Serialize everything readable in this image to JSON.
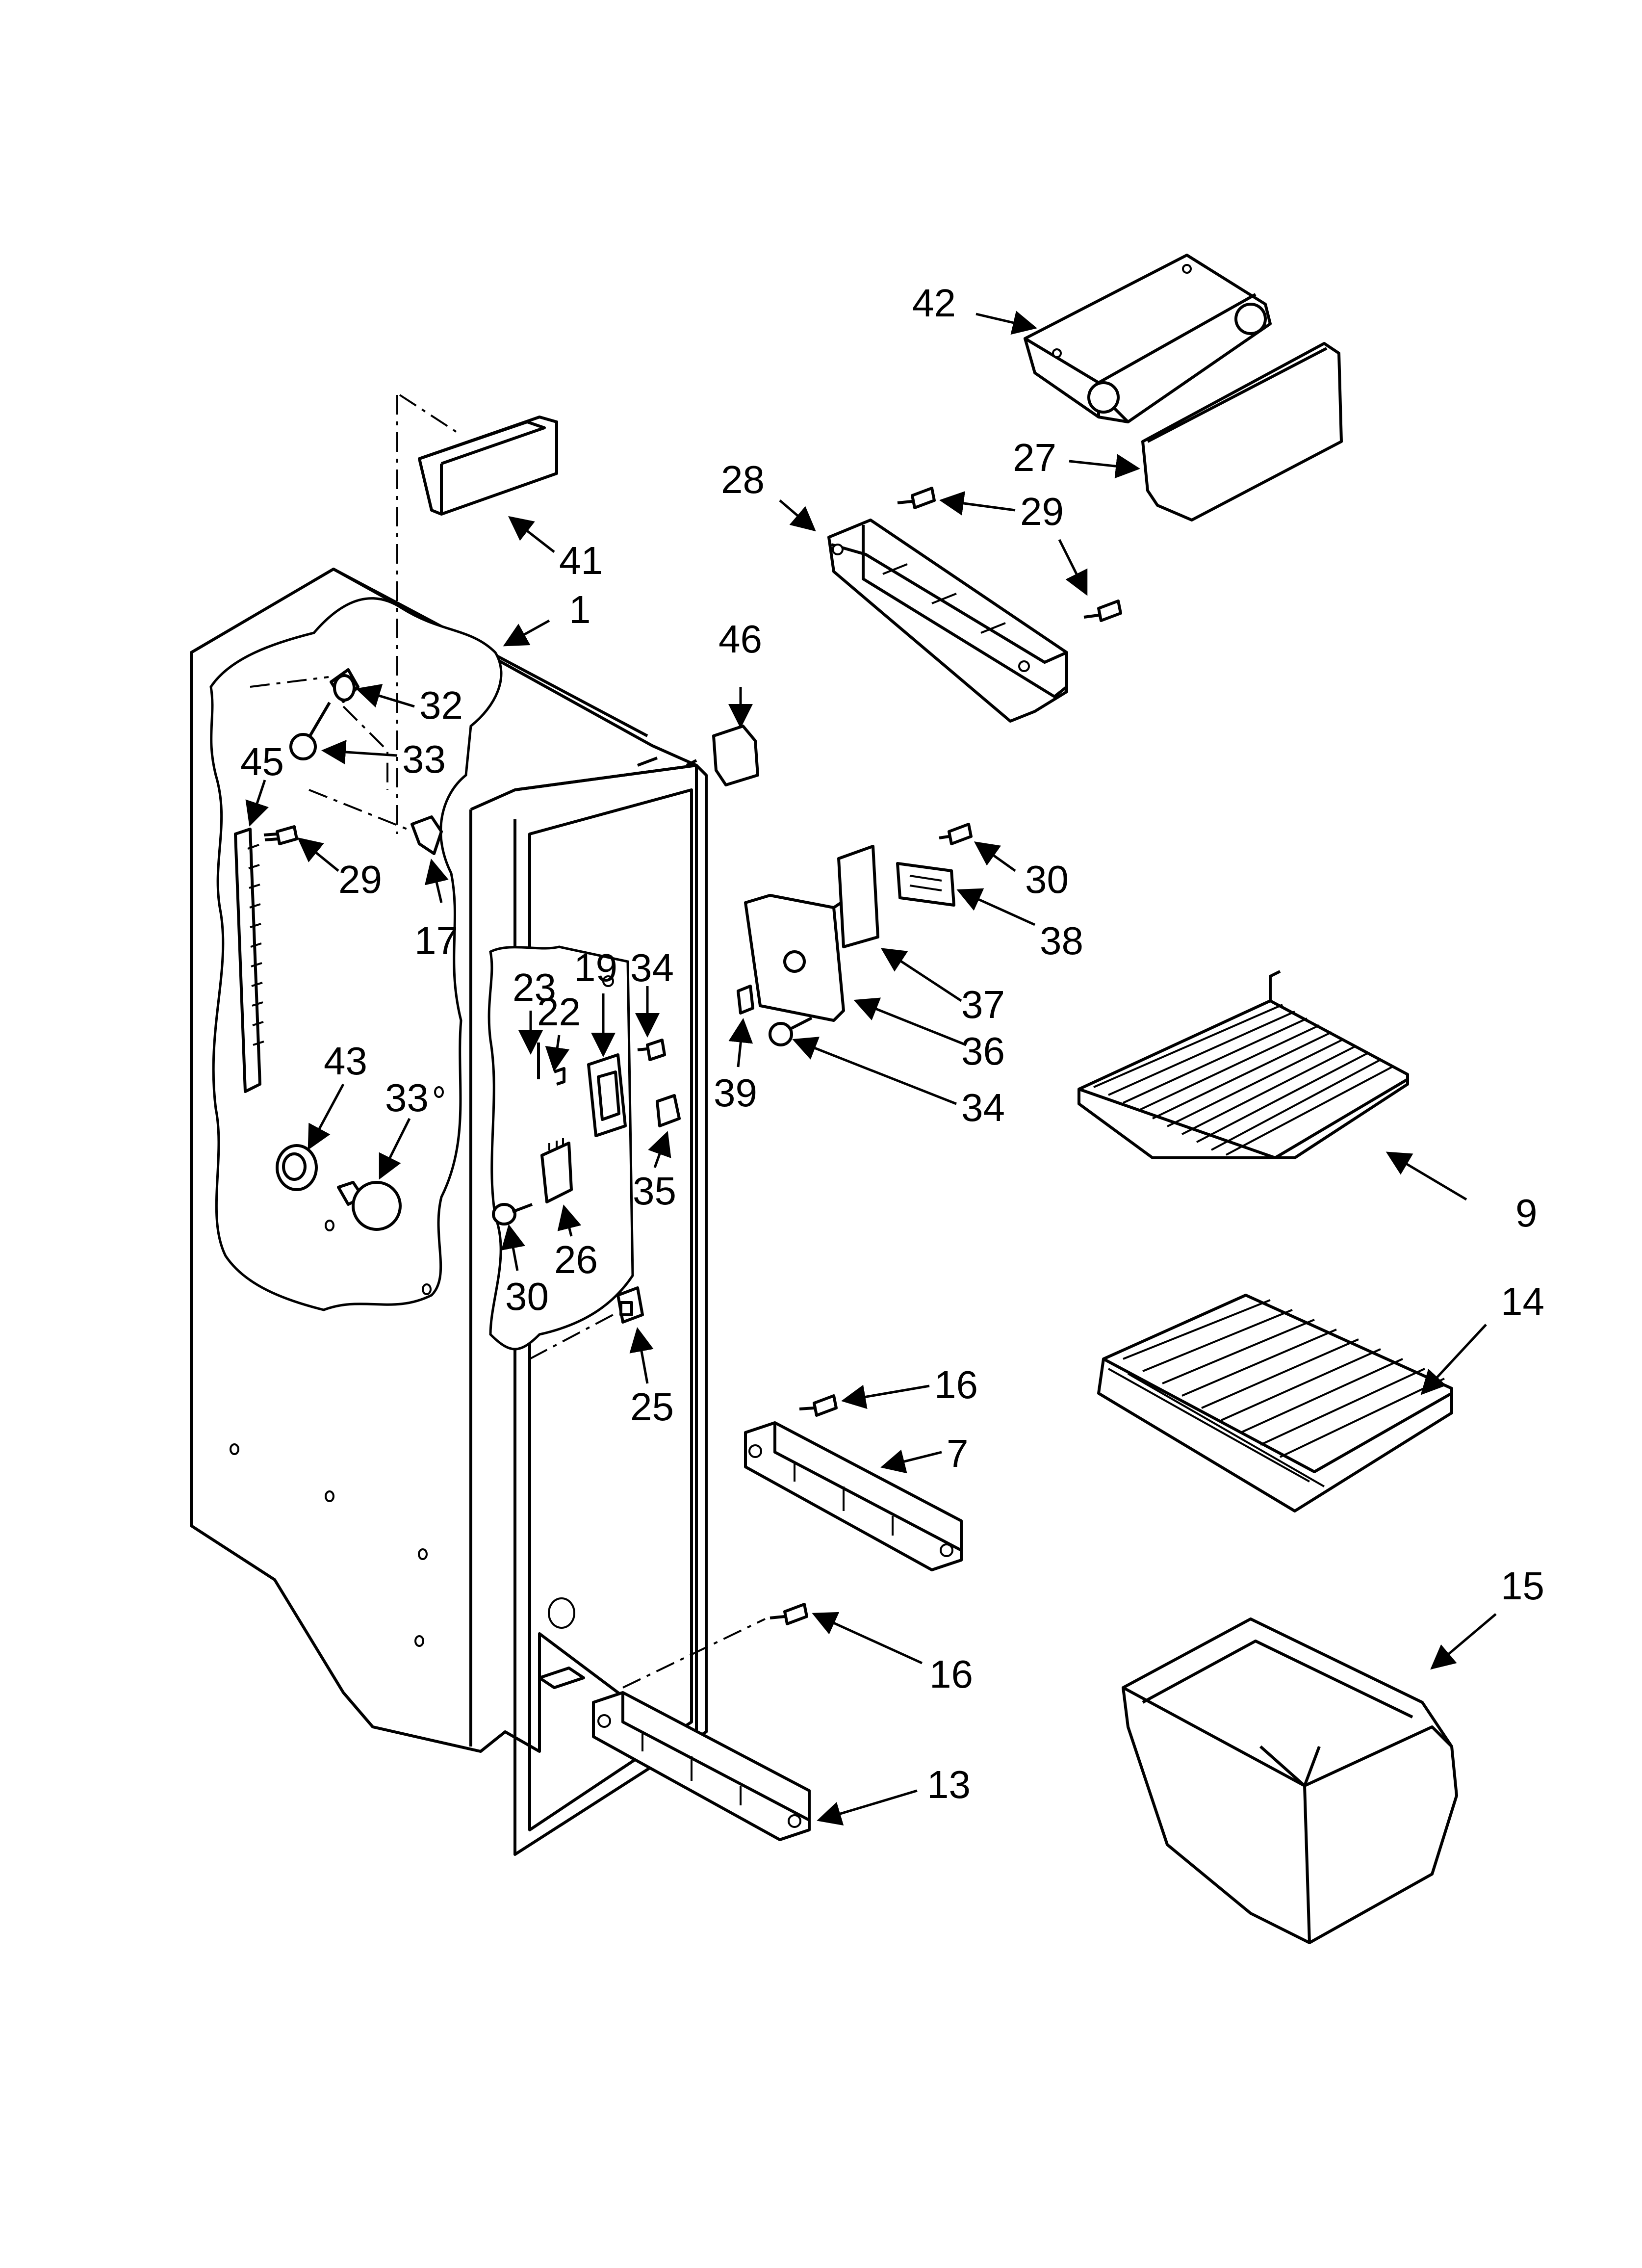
{
  "diagram": {
    "callouts": [
      {
        "id": "c42",
        "label": "42"
      },
      {
        "id": "c27",
        "label": "27"
      },
      {
        "id": "c28",
        "label": "28"
      },
      {
        "id": "c29a",
        "label": "29"
      },
      {
        "id": "c41",
        "label": "41"
      },
      {
        "id": "c1",
        "label": "1"
      },
      {
        "id": "c46",
        "label": "46"
      },
      {
        "id": "c32",
        "label": "32"
      },
      {
        "id": "c33a",
        "label": "33"
      },
      {
        "id": "c45",
        "label": "45"
      },
      {
        "id": "c29b",
        "label": "29"
      },
      {
        "id": "c17",
        "label": "17"
      },
      {
        "id": "c30a",
        "label": "30"
      },
      {
        "id": "c38",
        "label": "38"
      },
      {
        "id": "c23",
        "label": "23"
      },
      {
        "id": "c19",
        "label": "19"
      },
      {
        "id": "c34a",
        "label": "34"
      },
      {
        "id": "c22",
        "label": "22"
      },
      {
        "id": "c37",
        "label": "37"
      },
      {
        "id": "c36",
        "label": "36"
      },
      {
        "id": "c43",
        "label": "43"
      },
      {
        "id": "c33b",
        "label": "33"
      },
      {
        "id": "c39",
        "label": "39"
      },
      {
        "id": "c34b",
        "label": "34"
      },
      {
        "id": "c35",
        "label": "35"
      },
      {
        "id": "c9",
        "label": "9"
      },
      {
        "id": "c26",
        "label": "26"
      },
      {
        "id": "c30b",
        "label": "30"
      },
      {
        "id": "c14",
        "label": "14"
      },
      {
        "id": "c25",
        "label": "25"
      },
      {
        "id": "c16a",
        "label": "16"
      },
      {
        "id": "c7",
        "label": "7"
      },
      {
        "id": "c15",
        "label": "15"
      },
      {
        "id": "c16b",
        "label": "16"
      },
      {
        "id": "c13",
        "label": "13"
      }
    ]
  }
}
